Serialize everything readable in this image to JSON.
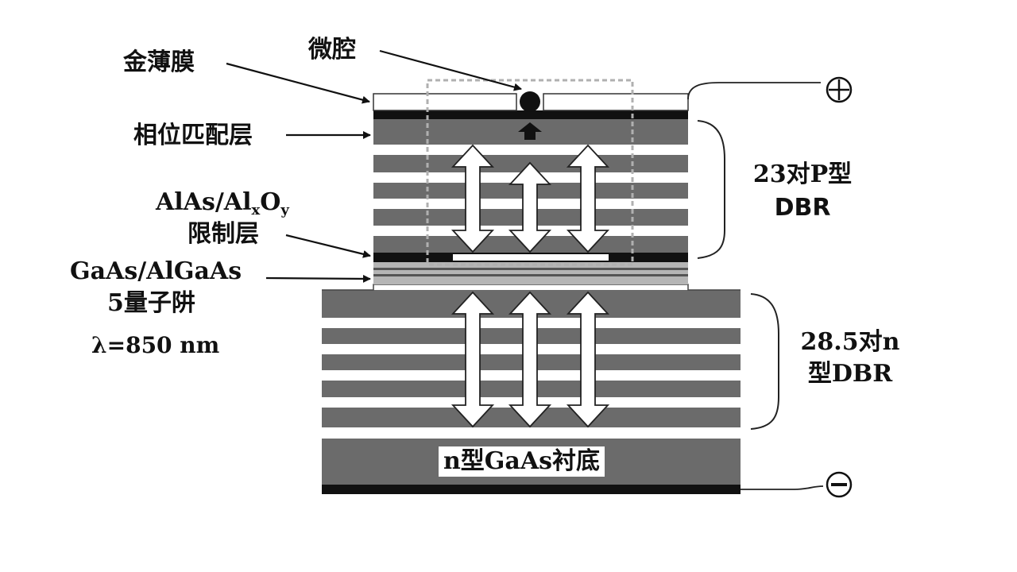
{
  "labels": {
    "gold_film": "金薄膜",
    "microcavity": "微腔",
    "phase_matching_layer": "相位匹配层",
    "confinement_material_part1": "AlAs/Al",
    "confinement_sub_x": "x",
    "confinement_material_part2": "O",
    "confinement_sub_y": "y",
    "confinement_layer": "限制层",
    "qw_material": "GaAs/AlGaAs",
    "qw_count": "5量子阱",
    "wavelength": "λ=850 nm",
    "p_dbr_line1": "23对P型",
    "p_dbr_line2": "DBR",
    "n_dbr_line1": "28.5对n",
    "n_dbr_line2": "型DBR",
    "substrate": "n型GaAs衬底"
  },
  "electrodes": {
    "positive": "+",
    "negative": "−"
  },
  "colors": {
    "layer_dark": "#6b6b6b",
    "layer_light": "#ffffff",
    "contact": "#111111",
    "outline": "#333333",
    "cavity_box": "#b0b0b0"
  }
}
